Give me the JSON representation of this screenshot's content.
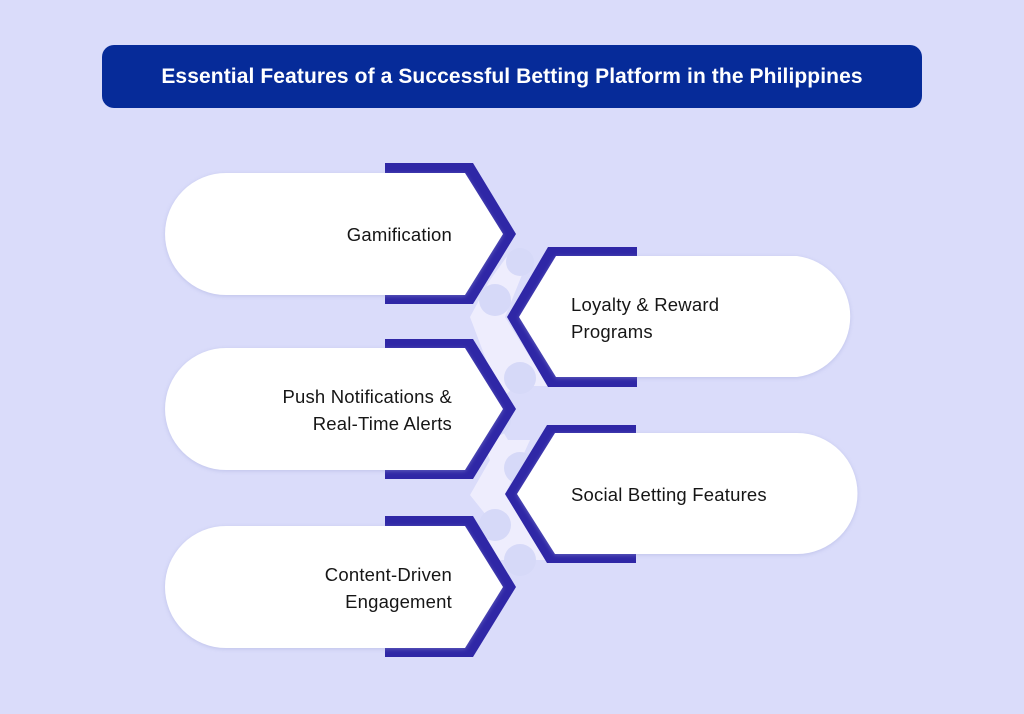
{
  "title": "Essential Features of a Successful Betting Platform in the Philippines",
  "colors": {
    "background": "#dadcfa",
    "title_bar": "#062b99",
    "arrow_outline": "#2f27a6",
    "connector_band": "#eeedfd",
    "connector_blob": "#d6d9f8",
    "pill": "#ffffff",
    "text": "#161616"
  },
  "features": [
    {
      "side": "left",
      "label_line1": "Gamification",
      "label_line2": ""
    },
    {
      "side": "right",
      "label_line1": "Loyalty & Reward",
      "label_line2": "Programs"
    },
    {
      "side": "left",
      "label_line1": "Push Notifications &",
      "label_line2": "Real-Time Alerts"
    },
    {
      "side": "right",
      "label_line1": "Social Betting Features",
      "label_line2": ""
    },
    {
      "side": "left",
      "label_line1": "Content-Driven",
      "label_line2": "Engagement"
    }
  ]
}
